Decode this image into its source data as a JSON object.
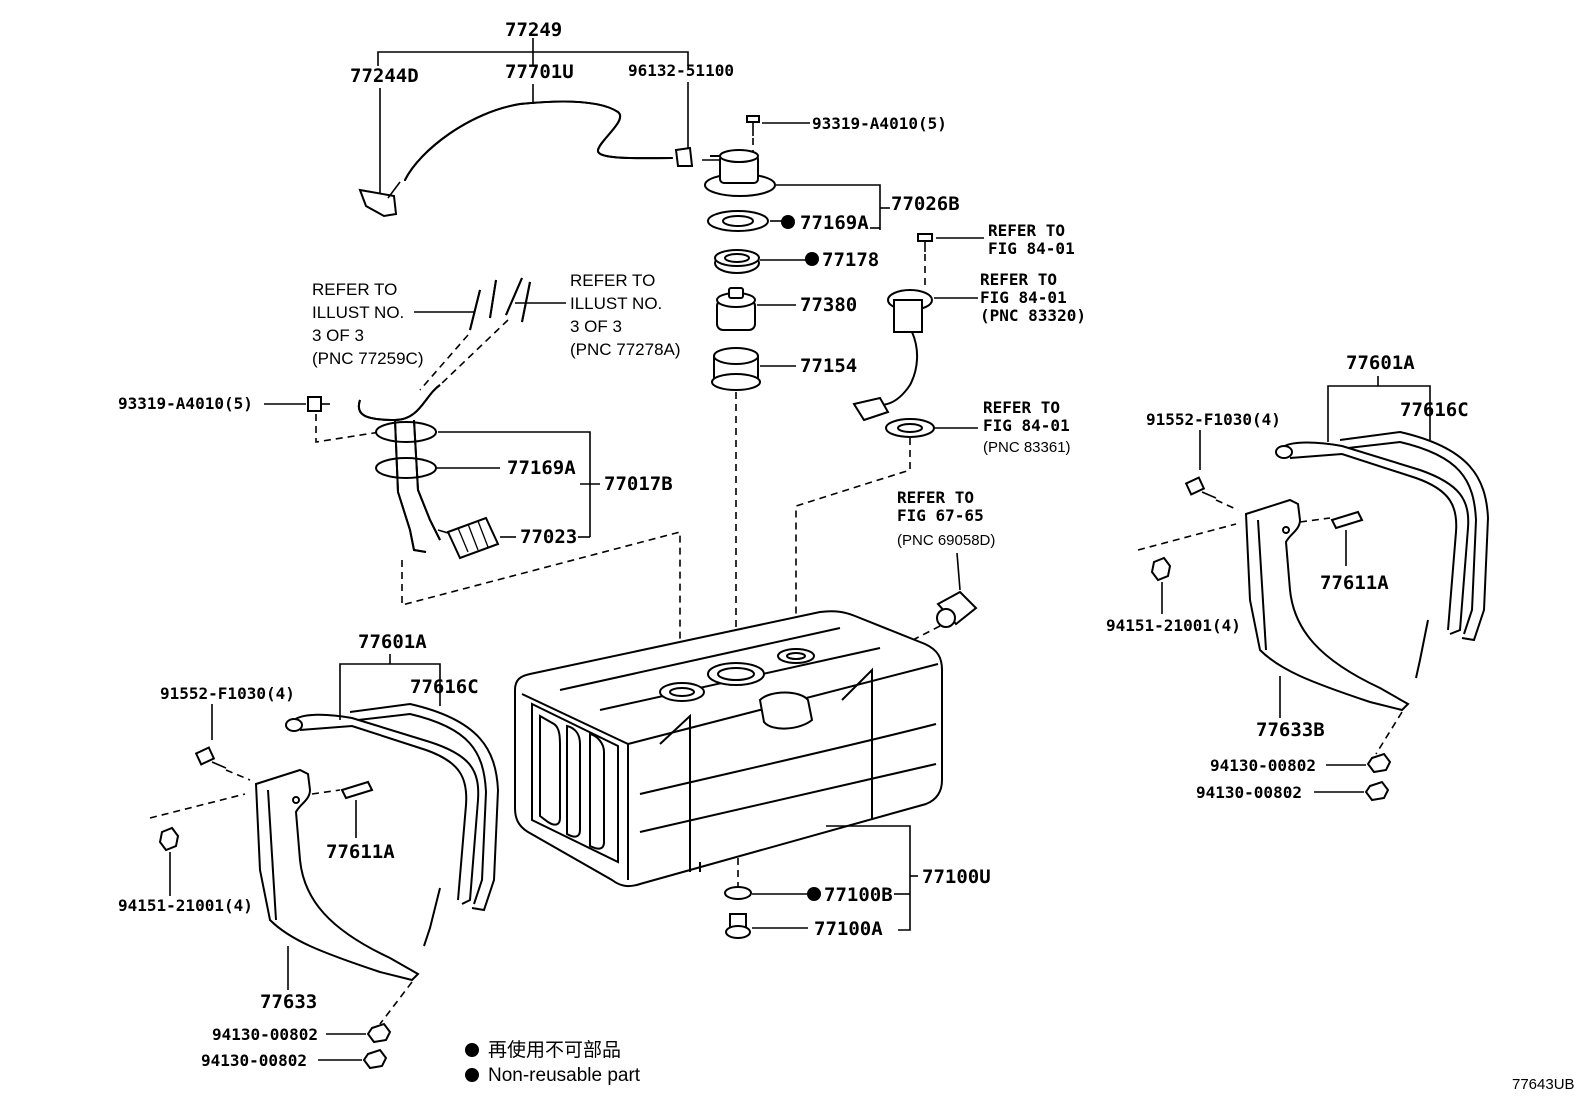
{
  "labels": {
    "p77249": "77249",
    "p77244D": "77244D",
    "p77701U": "77701U",
    "p96132": "96132-51100",
    "p93319_top": "93319-A4010(5)",
    "p77026B": "77026B",
    "p77169A_top": "77169A",
    "p77178": "77178",
    "p77380": "77380",
    "p77154": "77154",
    "refer_fig8401_a_l1": "REFER TO",
    "refer_fig8401_a_l2": "FIG 84-01",
    "refer_fig8401_b_l1": "REFER TO",
    "refer_fig8401_b_l2": "FIG 84-01",
    "refer_fig8401_b_l3": "(PNC 83320)",
    "refer_fig8401_c_l1": "REFER TO",
    "refer_fig8401_c_l2": "FIG 84-01",
    "refer_fig8401_c_l3": "(PNC 83361)",
    "refer_fig6765_l1": "REFER TO",
    "refer_fig6765_l2": "FIG 67-65",
    "refer_fig6765_l3": "(PNC 69058D)",
    "refer_ill_a_l1": "REFER TO",
    "refer_ill_a_l2": "ILLUST NO.",
    "refer_ill_a_l3": "3 OF 3",
    "refer_ill_a_l4": "(PNC 77259C)",
    "refer_ill_b_l1": "REFER TO",
    "refer_ill_b_l2": "ILLUST NO.",
    "refer_ill_b_l3": "3 OF 3",
    "refer_ill_b_l4": "(PNC 77278A)",
    "p93319_left": "93319-A4010(5)",
    "p77169A_mid": "77169A",
    "p77017B": "77017B",
    "p77023": "77023",
    "p77601A_left": "77601A",
    "p77616C_left": "77616C",
    "p91552_left": "91552-F1030(4)",
    "p77611A_left": "77611A",
    "p94151_left": "94151-21001(4)",
    "p77633": "77633",
    "p94130_left_a": "94130-00802",
    "p94130_left_b": "94130-00802",
    "p77601A_right": "77601A",
    "p77616C_right": "77616C",
    "p91552_right": "91552-F1030(4)",
    "p77611A_right": "77611A",
    "p94151_right": "94151-21001(4)",
    "p77633B": "77633B",
    "p94130_right_a": "94130-00802",
    "p94130_right_b": "94130-00802",
    "p77100U": "77100U",
    "p77100B": "77100B",
    "p77100A": "77100A"
  },
  "legend": {
    "line1": "再使用不可部品",
    "line2": "Non-reusable part"
  },
  "diagram_code": "77643UB"
}
